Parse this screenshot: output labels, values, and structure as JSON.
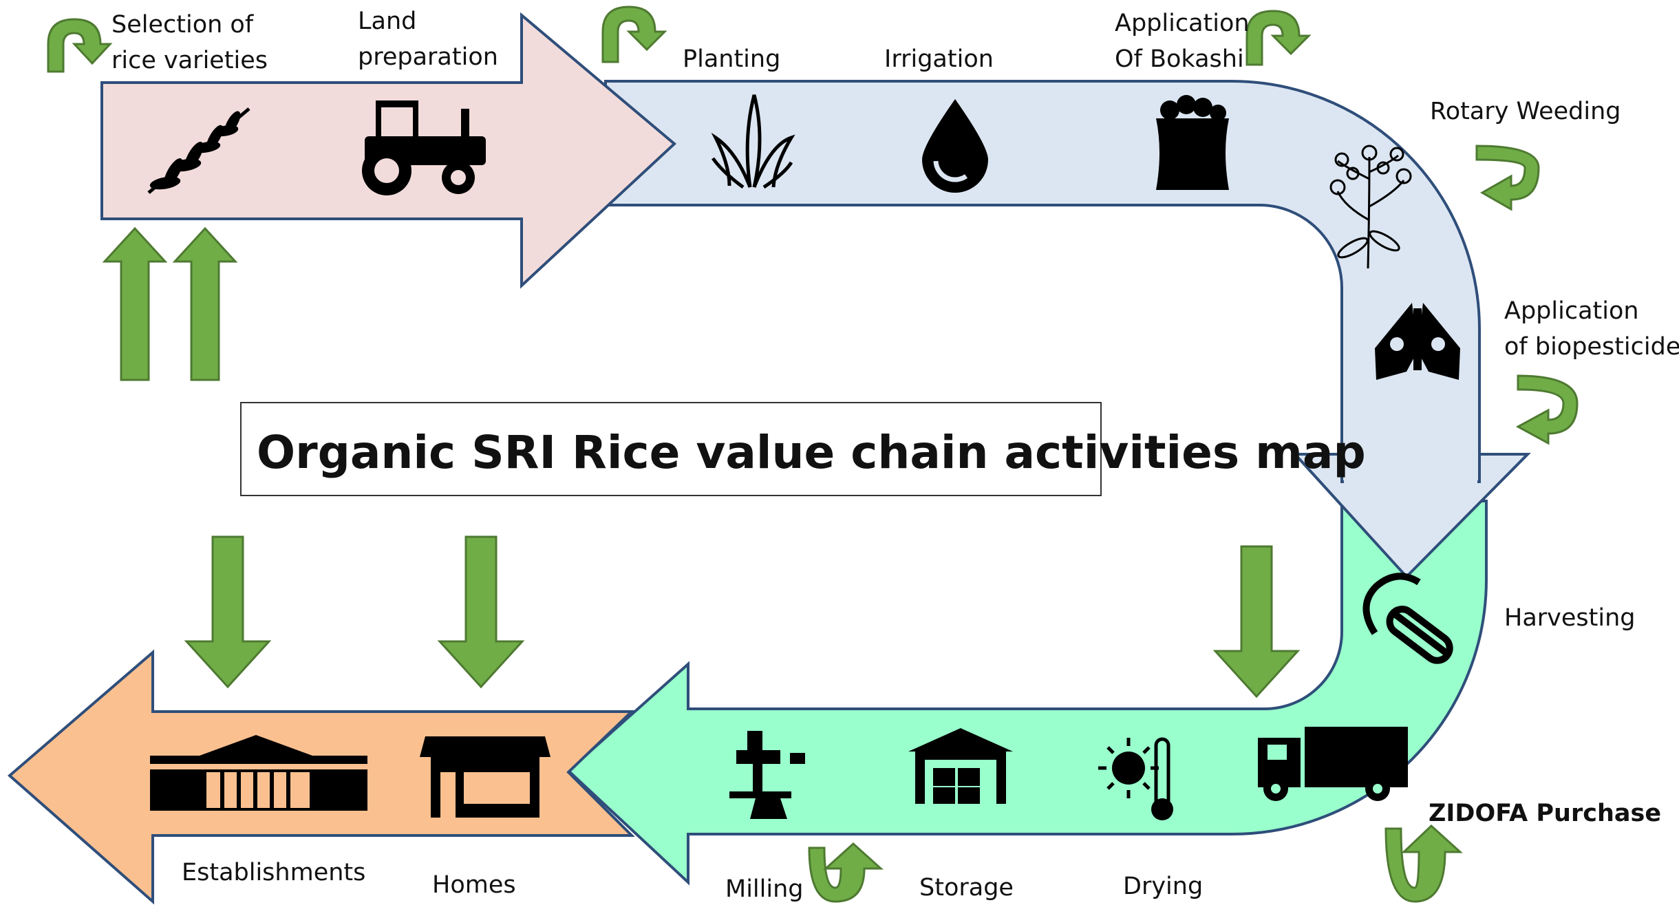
{
  "title": "Organic SRI Rice value chain activities map",
  "colors": {
    "input_band": "#f2dcdb",
    "production_band": "#dce6f2",
    "postharvest_band": "#99ffcc",
    "consumption_band": "#fac090",
    "band_stroke": "#2f4e7a",
    "feedback_arrow": "#70ad47",
    "feedback_arrow_stroke": "#4e7a31",
    "icon": "#000000"
  },
  "activities": {
    "selection": {
      "line1": "Selection of",
      "line2": "rice varieties",
      "icon": "rice-plant-icon"
    },
    "land_prep": {
      "line1": "Land",
      "line2": "preparation",
      "icon": "tractor-icon"
    },
    "planting": {
      "label": "Planting",
      "icon": "seedling-icon"
    },
    "irrigation": {
      "label": "Irrigation",
      "icon": "water-drop-icon"
    },
    "bokashi": {
      "line1": "Application",
      "line2": "Of Bokashi",
      "icon": "fertilizer-sack-icon"
    },
    "weeding": {
      "label": "Rotary Weeding",
      "icon": "weed-plant-icon"
    },
    "biopesticides": {
      "line1": "Application",
      "line2": "of biopesticides",
      "icon": "moth-icon"
    },
    "harvesting": {
      "label": "Harvesting",
      "icon": "sickle-icon"
    },
    "zidofa": {
      "label": "ZIDOFA Purchase",
      "icon": "truck-icon"
    },
    "drying": {
      "label": "Drying",
      "icon": "sun-thermometer-icon"
    },
    "storage": {
      "label": "Storage",
      "icon": "warehouse-icon"
    },
    "milling": {
      "label": "Milling",
      "icon": "milling-machine-icon"
    },
    "homes": {
      "label": "Homes",
      "icon": "shop-icon"
    },
    "establishments": {
      "label": "Establishments",
      "icon": "building-icon"
    }
  }
}
